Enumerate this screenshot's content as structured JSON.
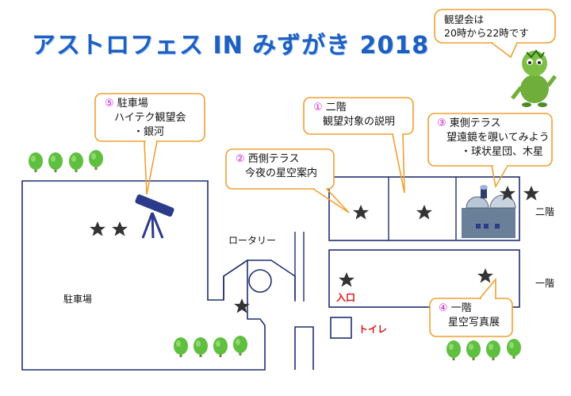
{
  "title": "アストロフェス IN みずがき 2018",
  "mascot_note": {
    "line1": "観望会は",
    "line2": "20時から22時です"
  },
  "callouts": {
    "c1": {
      "num": "①",
      "title": "二階",
      "line2": "観望対象の説明"
    },
    "c2": {
      "num": "②",
      "title": "西側テラス",
      "line2": "今夜の星空案内"
    },
    "c3": {
      "num": "③",
      "title": "東側テラス",
      "line2": "望遠鏡を覗いてみよう",
      "line3": "・球状星団、木星"
    },
    "c4": {
      "num": "④",
      "title": "一階",
      "line2": "星空写真展"
    },
    "c5": {
      "num": "⑤",
      "title": "駐車場",
      "line2": "ハイテク観望会",
      "line3": "・銀河"
    }
  },
  "labels": {
    "rotary": "ロータリー",
    "parking": "駐車場",
    "entrance": "入口",
    "toilet": "トイレ",
    "floor2": "二階",
    "floor1": "一階"
  },
  "colors": {
    "title": "#1f5fbf",
    "callout_border": "#f0a030",
    "number": "#d21bd2",
    "map_lines": "#1f2f6f",
    "tree": "#5fbf3f",
    "star": "#333333",
    "red_text": "#e01414"
  },
  "icons": [
    "star-icon",
    "telescope-icon",
    "tree-icon",
    "observatory-icon",
    "mascot-icon"
  ]
}
